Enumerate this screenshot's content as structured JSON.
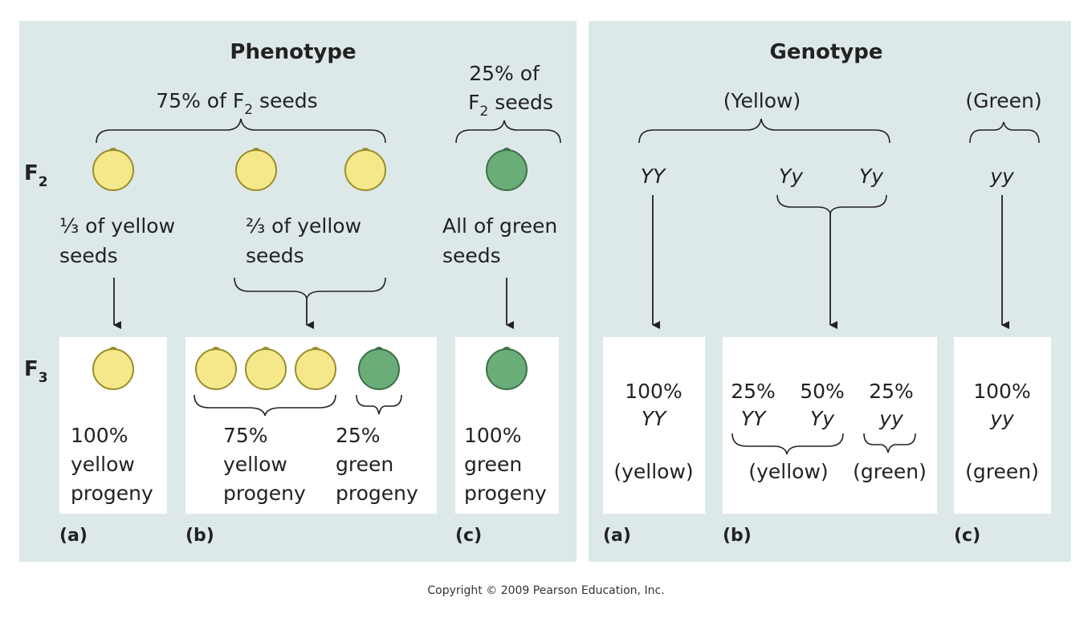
{
  "colors": {
    "panel": "#dde8e9",
    "box": "#ffffff",
    "yellow_seed": "#f5e88a",
    "green_seed": "#6aad78",
    "text": "#222222"
  },
  "phenotype": {
    "title": "Phenotype",
    "generations": {
      "f2": "F",
      "f3": "F",
      "sub2": "2",
      "sub3": "3"
    },
    "yellow_fraction": {
      "text": "75% of F",
      "sub": "2",
      "rest": " seeds"
    },
    "green_fraction": {
      "line1": "25% of",
      "line2_main": "F",
      "line2_sub": "2",
      "line2_rest": " seeds"
    },
    "one_third": {
      "frac": "¹⁄₃",
      "line1": " of yellow",
      "line2": "seeds"
    },
    "two_thirds": {
      "frac": "²⁄₃",
      "line1": " of yellow",
      "line2": "seeds"
    },
    "all_green": {
      "line1": "All of green",
      "line2": "seeds"
    },
    "box_a": [
      "100%",
      "yellow",
      "progeny"
    ],
    "box_b_yellow": [
      "75%",
      "yellow",
      "progeny"
    ],
    "box_b_green": [
      "25%",
      "green",
      "progeny"
    ],
    "box_c": [
      "100%",
      "green",
      "progeny"
    ],
    "tags": [
      "(a)",
      "(b)",
      "(c)"
    ]
  },
  "genotype": {
    "title": "Genotype",
    "yellow_group": "(Yellow)",
    "green_group": "(Green)",
    "f2_genotypes": [
      "YY",
      "Yy",
      "Yy",
      "yy"
    ],
    "box_a": {
      "pct": "100%",
      "geno": "YY",
      "pheno": "(yellow)"
    },
    "box_b": [
      {
        "pct": "25%",
        "geno": "YY"
      },
      {
        "pct": "50%",
        "geno": "Yy"
      },
      {
        "pct": "25%",
        "geno": "yy"
      }
    ],
    "box_b_yellow": "(yellow)",
    "box_b_green": "(green)",
    "box_c": {
      "pct": "100%",
      "geno": "yy",
      "pheno": "(green)"
    },
    "tags": [
      "(a)",
      "(b)",
      "(c)"
    ]
  },
  "copyright": "Copyright © 2009 Pearson Education, Inc."
}
